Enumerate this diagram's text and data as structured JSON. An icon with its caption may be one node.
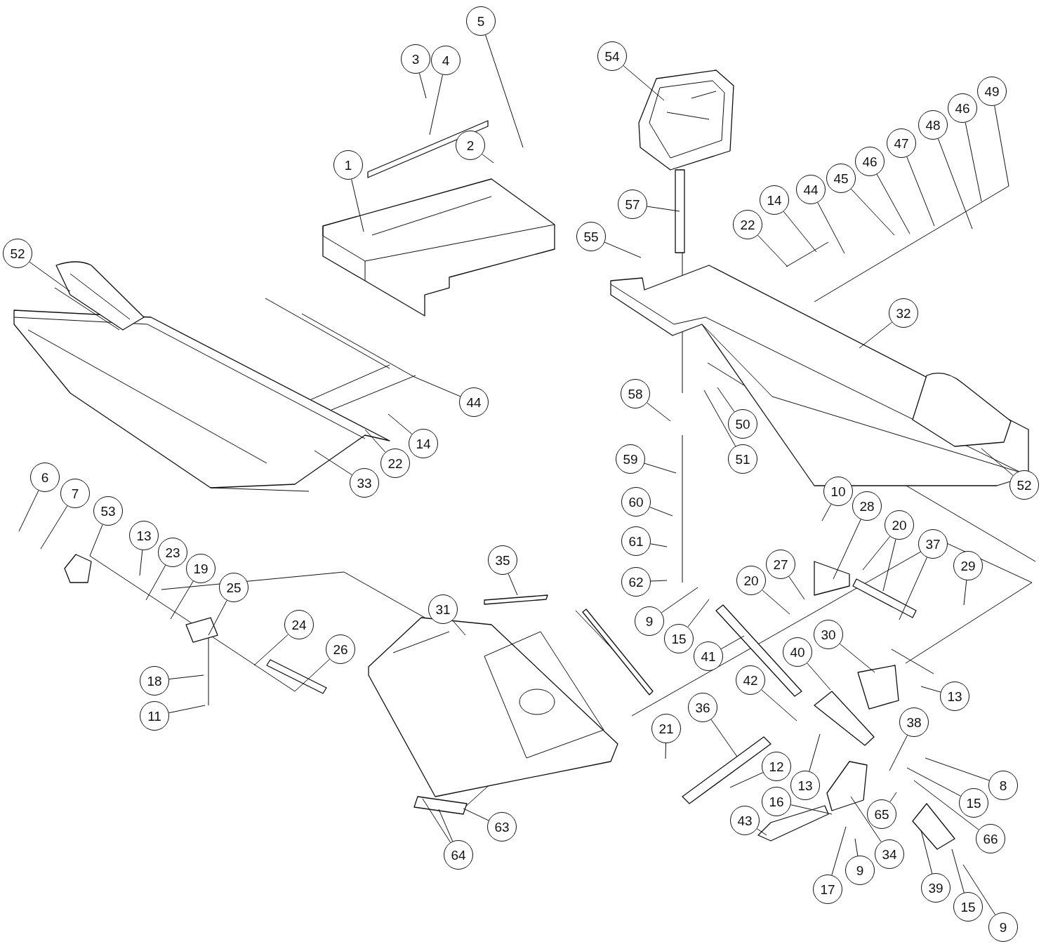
{
  "diagram": {
    "nodes": [
      {
        "text": [
          "5"
        ]
      },
      {
        "text": [
          "54"
        ]
      },
      {
        "text": [
          "3"
        ]
      },
      {
        "text": [
          "4"
        ]
      },
      {
        "text": [
          "49"
        ]
      },
      {
        "text": [
          "46"
        ]
      },
      {
        "text": [
          "48"
        ]
      },
      {
        "text": [
          "47"
        ]
      },
      {
        "text": [
          "2"
        ]
      },
      {
        "text": [
          "46"
        ]
      },
      {
        "text": [
          "1"
        ]
      },
      {
        "text": [
          "45"
        ]
      },
      {
        "text": [
          "44"
        ]
      },
      {
        "text": [
          "14"
        ]
      },
      {
        "text": [
          "57"
        ]
      },
      {
        "text": [
          "22"
        ]
      },
      {
        "text": [
          "55"
        ]
      },
      {
        "text": [
          "52"
        ]
      },
      {
        "text": [
          "32"
        ]
      },
      {
        "text": [
          "58"
        ]
      },
      {
        "text": [
          "44"
        ]
      },
      {
        "text": [
          "50"
        ]
      },
      {
        "text": [
          "14"
        ]
      },
      {
        "text": [
          "59"
        ]
      },
      {
        "text": [
          "51"
        ]
      },
      {
        "text": [
          "22"
        ]
      },
      {
        "text": [
          "6"
        ]
      },
      {
        "text": [
          "33"
        ]
      },
      {
        "text": [
          "52"
        ]
      },
      {
        "text": [
          "10"
        ]
      },
      {
        "text": [
          "7"
        ]
      },
      {
        "text": [
          "60"
        ]
      },
      {
        "text": [
          "28"
        ]
      },
      {
        "text": [
          "53"
        ]
      },
      {
        "text": [
          "20"
        ]
      },
      {
        "text": [
          "13"
        ]
      },
      {
        "text": [
          "61"
        ]
      },
      {
        "text": [
          "37"
        ]
      },
      {
        "text": [
          "23"
        ]
      },
      {
        "text": [
          "35"
        ]
      },
      {
        "text": [
          "27"
        ]
      },
      {
        "text": [
          "29"
        ]
      },
      {
        "text": [
          "19"
        ]
      },
      {
        "text": [
          "20"
        ]
      },
      {
        "text": [
          "62"
        ]
      },
      {
        "text": [
          "25"
        ]
      },
      {
        "text": [
          "31"
        ]
      },
      {
        "text": [
          "9"
        ]
      },
      {
        "text": [
          "24"
        ]
      },
      {
        "text": [
          "30"
        ]
      },
      {
        "text": [
          "15"
        ]
      },
      {
        "text": [
          "26"
        ]
      },
      {
        "text": [
          "40"
        ]
      },
      {
        "text": [
          "41"
        ]
      },
      {
        "text": [
          "42"
        ]
      },
      {
        "text": [
          "18"
        ]
      },
      {
        "text": [
          "13"
        ]
      },
      {
        "text": [
          "36"
        ]
      },
      {
        "text": [
          "11"
        ]
      },
      {
        "text": [
          "38"
        ]
      },
      {
        "text": [
          "21"
        ]
      },
      {
        "text": [
          "12"
        ]
      },
      {
        "text": [
          "13"
        ]
      },
      {
        "text": [
          "8"
        ]
      },
      {
        "text": [
          "16"
        ]
      },
      {
        "text": [
          "15"
        ]
      },
      {
        "text": [
          "65"
        ]
      },
      {
        "text": [
          "43"
        ]
      },
      {
        "text": [
          "63"
        ]
      },
      {
        "text": [
          "66"
        ]
      },
      {
        "text": [
          "34"
        ]
      },
      {
        "text": [
          "64"
        ]
      },
      {
        "text": [
          "9"
        ]
      },
      {
        "text": [
          "39"
        ]
      },
      {
        "text": [
          "17"
        ]
      },
      {
        "text": [
          "15"
        ]
      },
      {
        "text": [
          "9"
        ]
      }
    ],
    "edges": [
      {
        "from": 0,
        "to": null,
        "arrow": "none"
      },
      {
        "from": 1,
        "to": null,
        "arrow": "none"
      },
      {
        "from": 2,
        "to": null,
        "arrow": "none"
      },
      {
        "from": 3,
        "to": null,
        "arrow": "none"
      },
      {
        "from": 4,
        "to": null,
        "arrow": "none"
      },
      {
        "from": 5,
        "to": null,
        "arrow": "none"
      },
      {
        "from": 6,
        "to": null,
        "arrow": "none"
      },
      {
        "from": 7,
        "to": null,
        "arrow": "none"
      },
      {
        "from": 8,
        "to": null,
        "arrow": "none"
      },
      {
        "from": 9,
        "to": null,
        "arrow": "none"
      },
      {
        "from": 10,
        "to": null,
        "arrow": "none"
      },
      {
        "from": 11,
        "to": null,
        "arrow": "none"
      },
      {
        "from": 12,
        "to": null,
        "arrow": "none"
      },
      {
        "from": 13,
        "to": null,
        "arrow": "none"
      },
      {
        "from": 14,
        "to": null,
        "arrow": "none"
      },
      {
        "from": 15,
        "to": null,
        "arrow": "none"
      },
      {
        "from": 16,
        "to": null,
        "arrow": "none"
      },
      {
        "from": 17,
        "to": null,
        "arrow": "none"
      },
      {
        "from": 18,
        "to": null,
        "arrow": "none"
      },
      {
        "from": 19,
        "to": null,
        "arrow": "none"
      },
      {
        "from": 20,
        "to": null,
        "arrow": "none"
      },
      {
        "from": 21,
        "to": null,
        "arrow": "none"
      },
      {
        "from": 22,
        "to": null,
        "arrow": "none"
      },
      {
        "from": 23,
        "to": null,
        "arrow": "none"
      },
      {
        "from": 24,
        "to": null,
        "arrow": "none"
      },
      {
        "from": 25,
        "to": null,
        "arrow": "none"
      },
      {
        "from": 26,
        "to": null,
        "arrow": "none"
      },
      {
        "from": 27,
        "to": null,
        "arrow": "none"
      },
      {
        "from": 28,
        "to": null,
        "arrow": "none"
      },
      {
        "from": 29,
        "to": null,
        "arrow": "none"
      },
      {
        "from": 30,
        "to": null,
        "arrow": "none"
      },
      {
        "from": 31,
        "to": null,
        "arrow": "none"
      },
      {
        "from": 32,
        "to": null,
        "arrow": "none"
      },
      {
        "from": 33,
        "to": null,
        "arrow": "none"
      },
      {
        "from": 34,
        "to": null,
        "arrow": "none"
      },
      {
        "from": 34,
        "to": null,
        "arrow": "none"
      },
      {
        "from": 35,
        "to": null,
        "arrow": "none"
      },
      {
        "from": 36,
        "to": null,
        "arrow": "none"
      },
      {
        "from": 37,
        "to": null,
        "arrow": "none"
      },
      {
        "from": 38,
        "to": null,
        "arrow": "none"
      },
      {
        "from": 39,
        "to": null,
        "arrow": "none"
      },
      {
        "from": 40,
        "to": null,
        "arrow": "none"
      },
      {
        "from": 41,
        "to": null,
        "arrow": "none"
      },
      {
        "from": 42,
        "to": null,
        "arrow": "none"
      },
      {
        "from": 43,
        "to": null,
        "arrow": "none"
      },
      {
        "from": 44,
        "to": null,
        "arrow": "none"
      },
      {
        "from": 45,
        "to": null,
        "arrow": "none"
      },
      {
        "from": 46,
        "to": null,
        "arrow": "none"
      },
      {
        "from": 47,
        "to": null,
        "arrow": "none"
      },
      {
        "from": 48,
        "to": null,
        "arrow": "none"
      },
      {
        "from": 49,
        "to": null,
        "arrow": "none"
      },
      {
        "from": 50,
        "to": null,
        "arrow": "none"
      },
      {
        "from": 51,
        "to": null,
        "arrow": "none"
      },
      {
        "from": 52,
        "to": null,
        "arrow": "none"
      },
      {
        "from": 53,
        "to": null,
        "arrow": "none"
      },
      {
        "from": 54,
        "to": null,
        "arrow": "none"
      },
      {
        "from": 55,
        "to": null,
        "arrow": "none"
      },
      {
        "from": 56,
        "to": null,
        "arrow": "none"
      },
      {
        "from": 57,
        "to": null,
        "arrow": "none"
      },
      {
        "from": 58,
        "to": null,
        "arrow": "none"
      },
      {
        "from": 59,
        "to": null,
        "arrow": "none"
      },
      {
        "from": 60,
        "to": null,
        "arrow": "none"
      },
      {
        "from": 61,
        "to": null,
        "arrow": "none"
      },
      {
        "from": 62,
        "to": null,
        "arrow": "none"
      },
      {
        "from": 63,
        "to": null,
        "arrow": "none"
      },
      {
        "from": 64,
        "to": null,
        "arrow": "none"
      },
      {
        "from": 65,
        "to": null,
        "arrow": "none"
      },
      {
        "from": 66,
        "to": null,
        "arrow": "none"
      },
      {
        "from": 67,
        "to": null,
        "arrow": "none"
      },
      {
        "from": 68,
        "to": null,
        "arrow": "none"
      },
      {
        "from": 69,
        "to": null,
        "arrow": "none"
      },
      {
        "from": 70,
        "to": null,
        "arrow": "none"
      },
      {
        "from": 71,
        "to": null,
        "arrow": "none"
      },
      {
        "from": 71,
        "to": null,
        "arrow": "none"
      },
      {
        "from": 72,
        "to": null,
        "arrow": "none"
      },
      {
        "from": 73,
        "to": null,
        "arrow": "none"
      },
      {
        "from": 74,
        "to": null,
        "arrow": "none"
      },
      {
        "from": 75,
        "to": null,
        "arrow": "none"
      },
      {
        "from": 76,
        "to": null,
        "arrow": "none"
      }
    ]
  }
}
